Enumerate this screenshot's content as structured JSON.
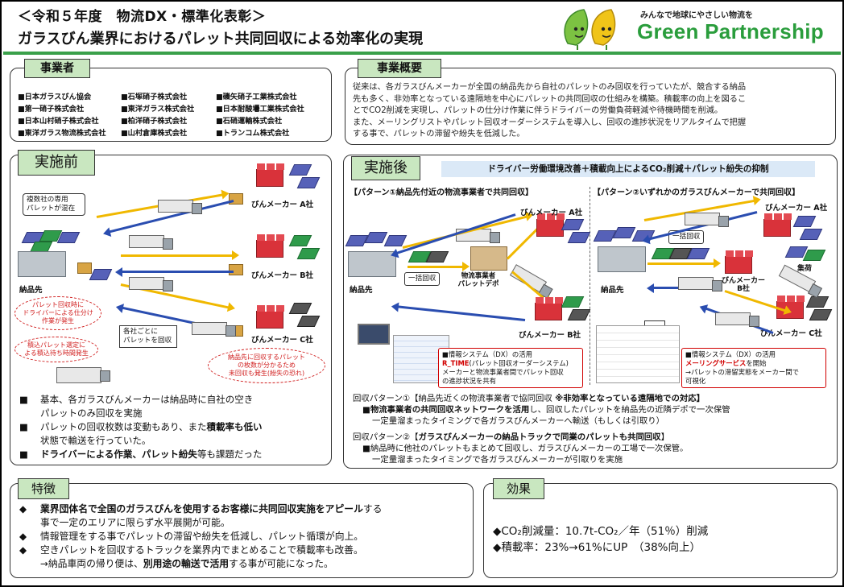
{
  "header": {
    "title_line1": "＜令和５年度　物流DX・標準化表彰＞",
    "title_line2": "ガラスびん業界におけるパレット共同回収による効率化の実現",
    "logo_tagline": "みんなで地球にやさしい物流を",
    "logo_name": "Green Partnership"
  },
  "jigyousha": {
    "label": "事業者",
    "companies": [
      "■日本ガラスびん協会",
      "■石塚硝子株式会社",
      "■磯矢硝子工業株式会社",
      "■第一硝子株式会社",
      "■東洋ガラス株式会社",
      "■日本耐酸壜工業株式会社",
      "■日本山村硝子株式会社",
      "■柏洋硝子株式会社",
      "■石硝運輸株式会社",
      "■東洋ガラス物流株式会社",
      "■山村倉庫株式会社",
      "■トランコム株式会社"
    ]
  },
  "gaiyou": {
    "label": "事業概要",
    "lines": [
      "従来は、各ガラスびんメーカーが全国の納品先から自社のパレットのみ回収を行っていたが、競合する納品",
      "先も多く、非効率となっている遠隔地を中心にパレットの共同回収の仕組みを構築。積載率の向上を図るこ",
      "とでCO2削減を実現し、パレットの仕分け作業に伴うドライバーの労働負荷軽減や待機時間を削減。",
      "また、メーリングリストやパレット回収オーダーシステムを導入し、回収の進捗状況をリアルタイムで把握",
      "する事で、パレットの滞留や紛失を低減した。"
    ]
  },
  "before": {
    "label": "実施前",
    "mixed_note": "複数社の専用\nパレットが混在",
    "delivery": "納品先",
    "makers": [
      "びんメーカー A社",
      "びんメーカー B社",
      "びんメーカー C社"
    ],
    "callout1": "パレット回収時に\nドライバーによる仕分け\n作業が発生",
    "callout2": "積込パレット選定に\nよる積込待ち時間発生",
    "callout3": "納品先に回収するパレット\nの枚数が分かるため\n未回収も発生(紛失の恐れ)",
    "company_note": "各社ごとに\nパレットを回収",
    "bullets": [
      {
        "pre": "基本、各ガラスびんメーカーは納品時に自社の空き",
        "bold": "",
        "post": ""
      },
      {
        "pre": "パレットのみ回収を実施",
        "bold": "",
        "post": "",
        "indent": true
      },
      {
        "pre": "パレットの回収枚数は変動もあり、また",
        "bold": "積載率も低い",
        "post": ""
      },
      {
        "pre": "状態で輸送を行っていた。",
        "bold": "",
        "post": "",
        "indent": true
      },
      {
        "pre": "",
        "bold": "ドライバーによる作業、パレット紛失",
        "post": "等も課題だった"
      }
    ]
  },
  "after": {
    "label": "実施後",
    "banner": "ドライバー労働環境改善＋積載向上によるCO₂削減＋パレット紛失の抑制",
    "pattern1_title": "【パターン①納品先付近の物流事業者で共同回収】",
    "pattern2_title": "【パターン②いずれかのガラスびんメーカーで共同回収】",
    "delivery": "納品先",
    "ikkatsu": "一括回収",
    "depot": "物流事業者\nパレットデポ",
    "makers_p1": [
      "びんメーカー A社",
      "びんメーカー B社"
    ],
    "makers_p2": [
      "びんメーカー A社",
      "びんメーカー\nB社",
      "びんメーカー C社"
    ],
    "shuyaku": "集荷",
    "info1": {
      "line1": "■情報システム（DX）の活用",
      "line2_red": "R_TIME",
      "line2_rest": "(パレット回収オーダーシステム)",
      "line3": "メーカーと物流事業者間でパレット回収",
      "line4": "の進捗状況を共有"
    },
    "info2": {
      "line1": "■情報システム（DX）の活用",
      "line2_red": "メーリングサービス",
      "line2_rest": "を開始",
      "line3": "→パレットの滞留実態をメーカー間で",
      "line4": "可視化"
    },
    "desc": [
      {
        "text": "回収パターン①【納品先近くの物流事業者で協同回収 ",
        "bold": "※非効率となっている遠隔地での対応】"
      },
      {
        "text": "■",
        "bold": "物流事業者の共同回収ネットワークを活用",
        "post": "し、回収したパレットを納品先の近隣デポで一次保管"
      },
      {
        "text": "一定量溜まったタイミングで各ガラスびんメーカーへ輸送（もしくは引取り）"
      },
      {
        "text": "回収パターン②【",
        "bold": "ガラスびんメーカーの納品トラックで同業のパレットも共同回収",
        "post": "】"
      },
      {
        "text": "■納品時に他社のパレットもまとめて回収し、ガラスびんメーカーの工場で一次保管。"
      },
      {
        "text": "一定量溜まったタイミングで各ガラスびんメーカーが引取りを実施"
      }
    ]
  },
  "tokuchou": {
    "label": "特徴",
    "items": [
      {
        "bold": "業界団体名で全国のガラスびんを使用するお客様に共同回収実施をアピール",
        "post": "する"
      },
      {
        "pre": "事で一定のエリアに限らず水平展開が可能。",
        "indent": true
      },
      {
        "pre": "情報管理をする事でパレットの滞留や紛失を低減し、パレット循環が向上。"
      },
      {
        "pre": "空きパレットを回収するトラックを業界内でまとめることで積載率も改善。"
      },
      {
        "pre": "→納品車両の帰り便は、",
        "bold": "別用途の輸送で活用",
        "post": "する事が可能になった。",
        "indent": true
      }
    ]
  },
  "kouka": {
    "label": "効果",
    "lines": [
      "◆CO₂削減量：10.7t-CO₂／年（51％）削減",
      "◆積載率：23%→61%にUP　（38%向上）"
    ]
  },
  "colors": {
    "label_bg": "#c9e7c0",
    "green_bar": "#3aa04a",
    "pallet_blue": "#5661b8",
    "pallet_green": "#2f9b4b",
    "yellow_arrow": "#f0b800",
    "blue_arrow": "#2a4db0",
    "accent_red": "#d10000"
  }
}
